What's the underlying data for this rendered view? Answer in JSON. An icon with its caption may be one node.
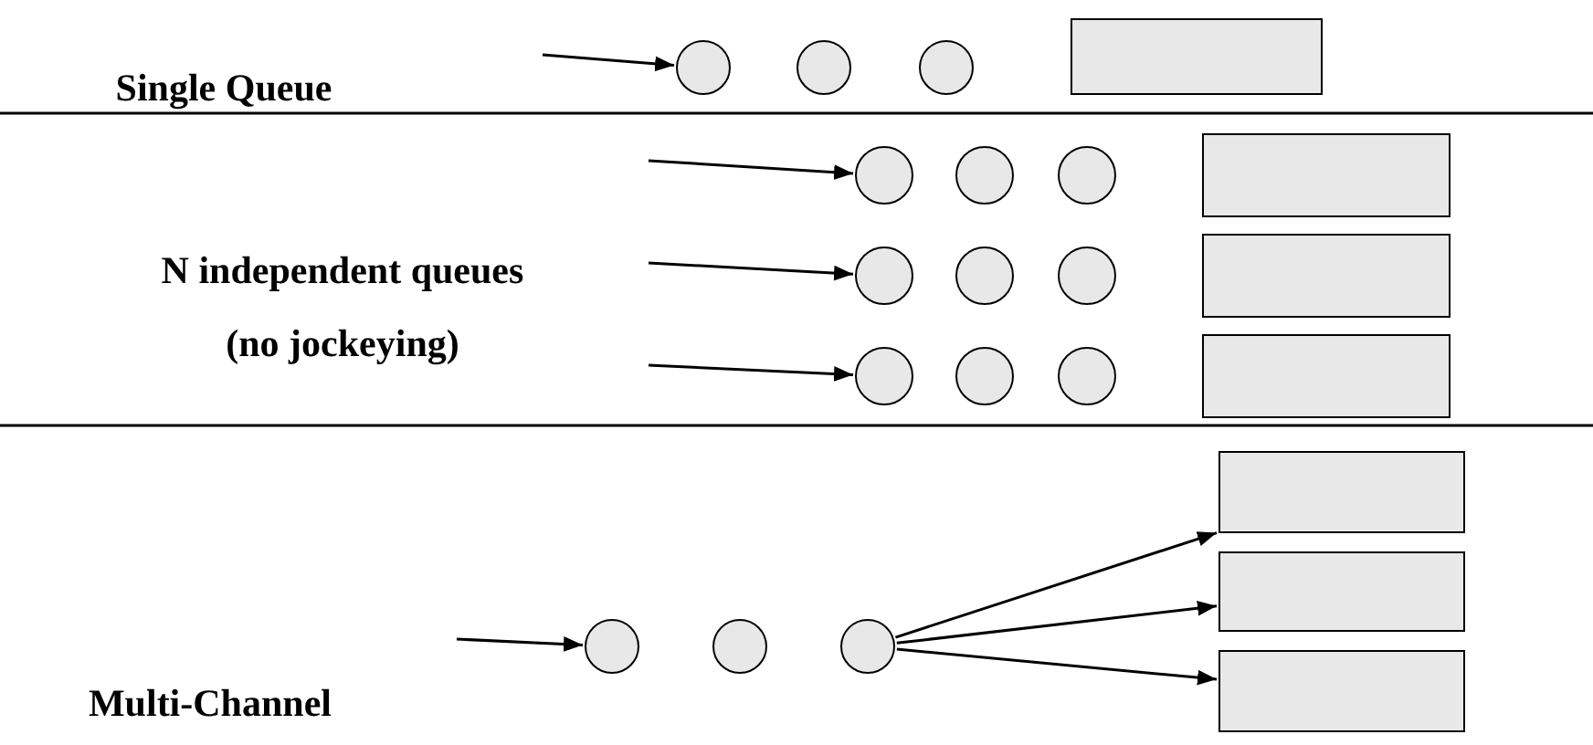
{
  "diagram": {
    "nodes": [
      {
        "text": [],
        "shape": "circle"
      },
      {
        "text": [],
        "shape": "circle"
      },
      {
        "text": [],
        "shape": "circle"
      },
      {
        "text": [],
        "shape": "box"
      },
      {
        "text": [],
        "shape": "circle"
      },
      {
        "text": [],
        "shape": "circle"
      },
      {
        "text": [],
        "shape": "circle"
      },
      {
        "text": [],
        "shape": "box"
      },
      {
        "text": [],
        "shape": "circle"
      },
      {
        "text": [],
        "shape": "circle"
      },
      {
        "text": [],
        "shape": "circle"
      },
      {
        "text": [],
        "shape": "box"
      },
      {
        "text": [],
        "shape": "circle"
      },
      {
        "text": [],
        "shape": "circle"
      },
      {
        "text": [],
        "shape": "circle"
      },
      {
        "text": [],
        "shape": "box"
      },
      {
        "text": [],
        "shape": "circle"
      },
      {
        "text": [],
        "shape": "circle"
      },
      {
        "text": [],
        "shape": "circle"
      },
      {
        "text": [],
        "shape": "box"
      },
      {
        "text": [],
        "shape": "box"
      },
      {
        "text": [],
        "shape": "box"
      }
    ],
    "edges": [
      {
        "from": null,
        "to": 0,
        "arrow": "to"
      },
      {
        "from": null,
        "to": 4,
        "arrow": "to"
      },
      {
        "from": null,
        "to": 8,
        "arrow": "to"
      },
      {
        "from": null,
        "to": 12,
        "arrow": "to"
      },
      {
        "from": null,
        "to": 16,
        "arrow": "to"
      },
      {
        "from": 18,
        "to": 19,
        "arrow": "to"
      },
      {
        "from": 18,
        "to": 20,
        "arrow": "to"
      },
      {
        "from": 18,
        "to": 21,
        "arrow": "to"
      }
    ],
    "labels": [
      "Single Queue",
      "N independent queues (no jockeying)",
      "Multi-Channel"
    ]
  }
}
